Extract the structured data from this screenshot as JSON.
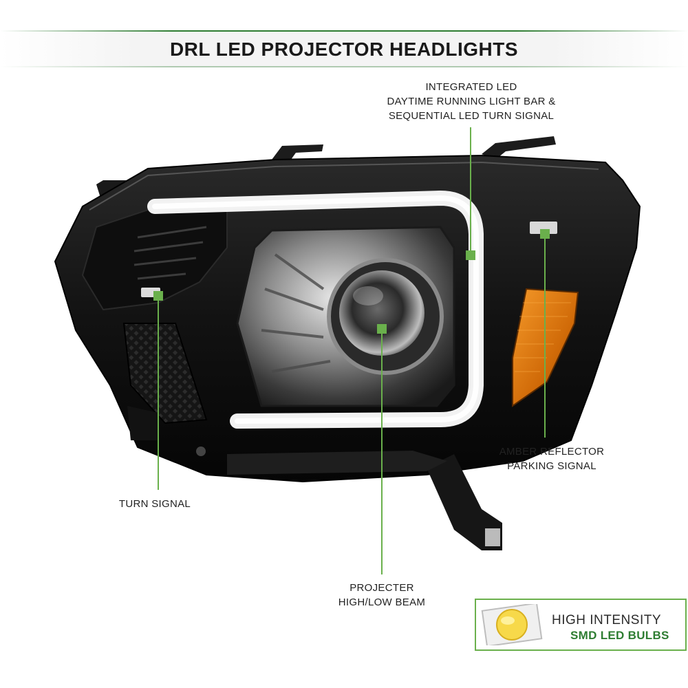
{
  "header": {
    "title": "DRL LED PROJECTOR HEADLIGHTS"
  },
  "callouts": {
    "drl": {
      "lines": [
        "INTEGRATED LED",
        "DAYTIME RUNNING LIGHT BAR &",
        "SEQUENTIAL LED TURN SIGNAL"
      ]
    },
    "turn": {
      "lines": [
        "TURN SIGNAL"
      ]
    },
    "amber": {
      "lines": [
        "AMBER REFLECTOR",
        "PARKING SIGNAL"
      ]
    },
    "projector": {
      "lines": [
        "PROJECTER",
        "HIGH/LOW BEAM"
      ]
    }
  },
  "badge": {
    "line1": "HIGH INTENSITY",
    "line2": "SMD LED BULBS"
  },
  "colors": {
    "accent_green": "#6ab04c",
    "header_green": "#2e7d32",
    "housing_black": "#111111",
    "amber": "#e07a10"
  },
  "icons": {
    "marker": "green-square-icon",
    "chip": "smd-led-chip-icon"
  }
}
